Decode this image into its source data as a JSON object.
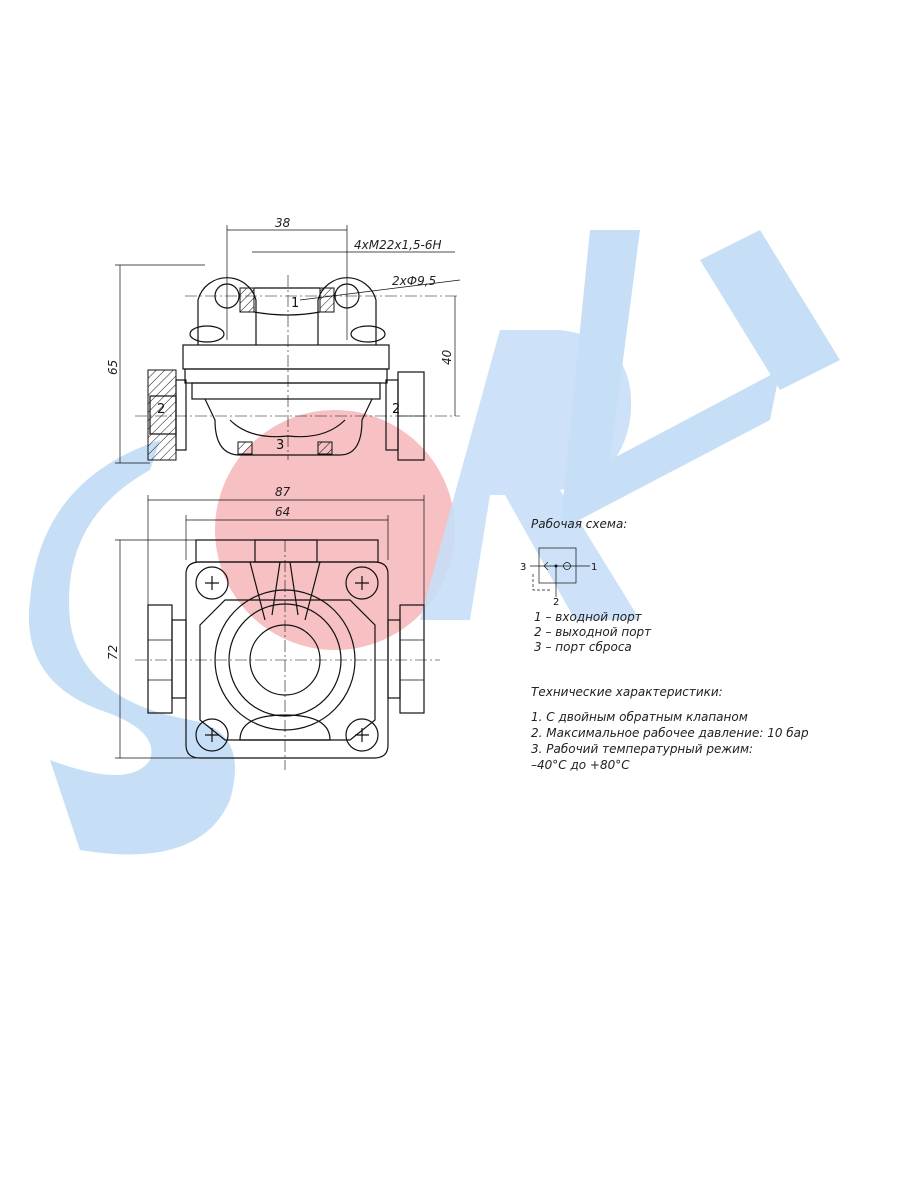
{
  "watermark": {
    "text": "SORL",
    "blue": "#bcd8f5",
    "red": "#f6b5b8"
  },
  "top_view": {
    "dim_width": "38",
    "thread": "4xM22x1,5-6H",
    "holes": "2xФ9,5",
    "dim_height_total": "65",
    "dim_height_axis": "40",
    "port_in": "1",
    "port_out_left": "2",
    "port_out_right": "2",
    "port_exhaust": "3"
  },
  "bottom_view": {
    "dim_width_outer": "87",
    "dim_width_inner": "64",
    "dim_height": "72"
  },
  "scheme": {
    "title": "Рабочая схема:",
    "port_3": "3",
    "port_1": "1",
    "port_2": "2",
    "legend": [
      "1 – входной порт",
      "2 – выходной порт",
      "3 – порт сброса"
    ]
  },
  "specs": {
    "title": "Технические характеристики:",
    "items": [
      "1. С двойным обратным клапаном",
      "2. Максимальное рабочее давление: 10 бар",
      "3. Рабочий температурный режим:",
      "–40°С до +80°С"
    ]
  }
}
